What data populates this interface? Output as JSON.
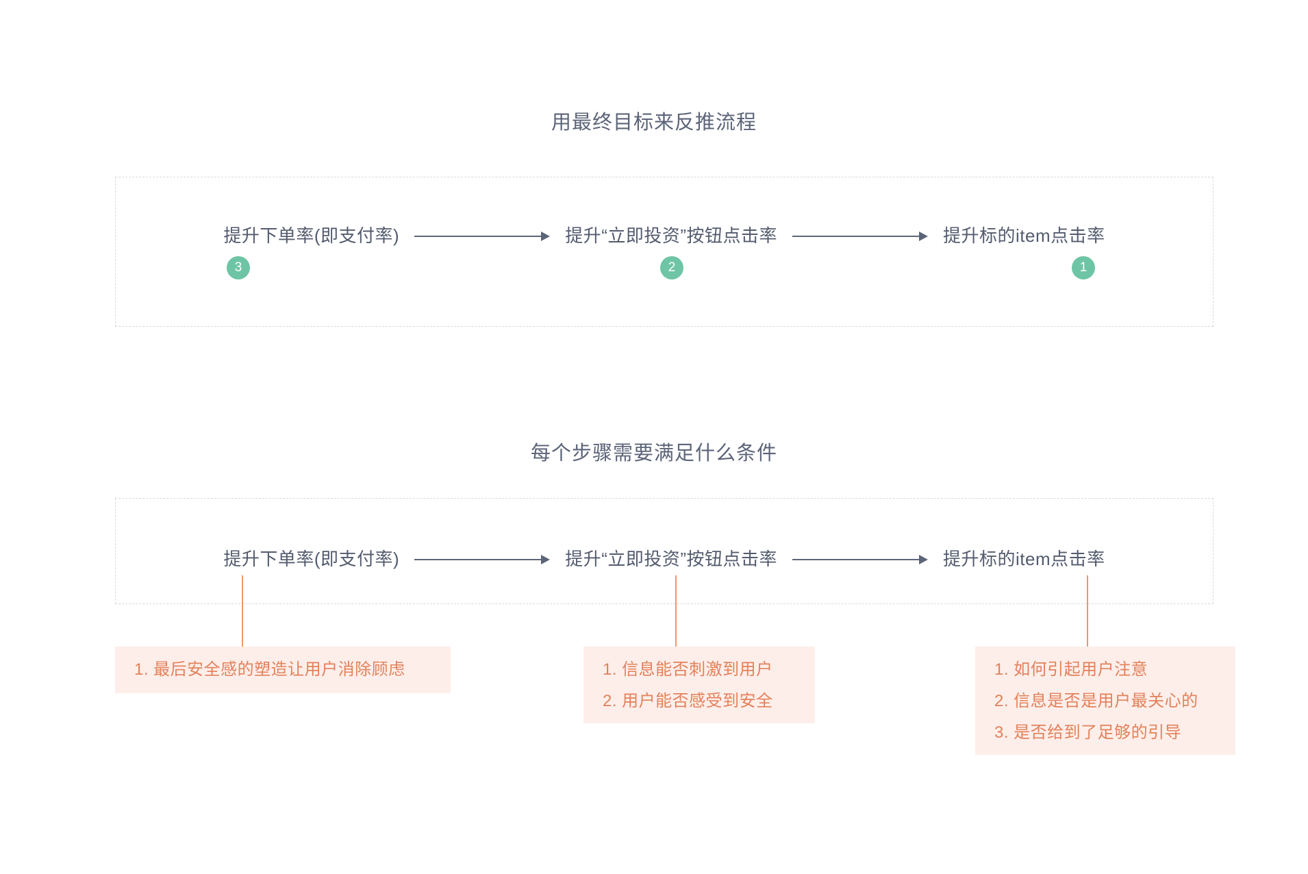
{
  "sections": [
    {
      "title": "用最终目标来反推流程",
      "nodes": [
        {
          "label": "提升下单率(即支付率)",
          "step": "3"
        },
        {
          "label": "提升“立即投资”按钮点击率",
          "step": "2"
        },
        {
          "label": "提升标的item点击率",
          "step": "1"
        }
      ]
    },
    {
      "title": "每个步骤需要满足什么条件",
      "nodes": [
        {
          "label": "提升下单率(即支付率)"
        },
        {
          "label": "提升“立即投资”按钮点击率"
        },
        {
          "label": "提升标的item点击率"
        }
      ],
      "notes": [
        {
          "lines": [
            "1. 最后安全感的塑造让用户消除顾虑"
          ]
        },
        {
          "lines": [
            "1. 信息能否刺激到用户",
            "2. 用户能否感受到安全"
          ]
        },
        {
          "lines": [
            "1. 如何引起用户注意",
            "2. 信息是否是用户最关心的",
            "3. 是否给到了足够的引导"
          ]
        }
      ]
    }
  ],
  "colors": {
    "badge_green": "#6ec5a5",
    "note_background": "#fdeeea",
    "note_text": "#e3815a",
    "connector_orange": "#ef8354",
    "text_primary": "#5c6478",
    "frame_border": "#d8d8d8"
  }
}
